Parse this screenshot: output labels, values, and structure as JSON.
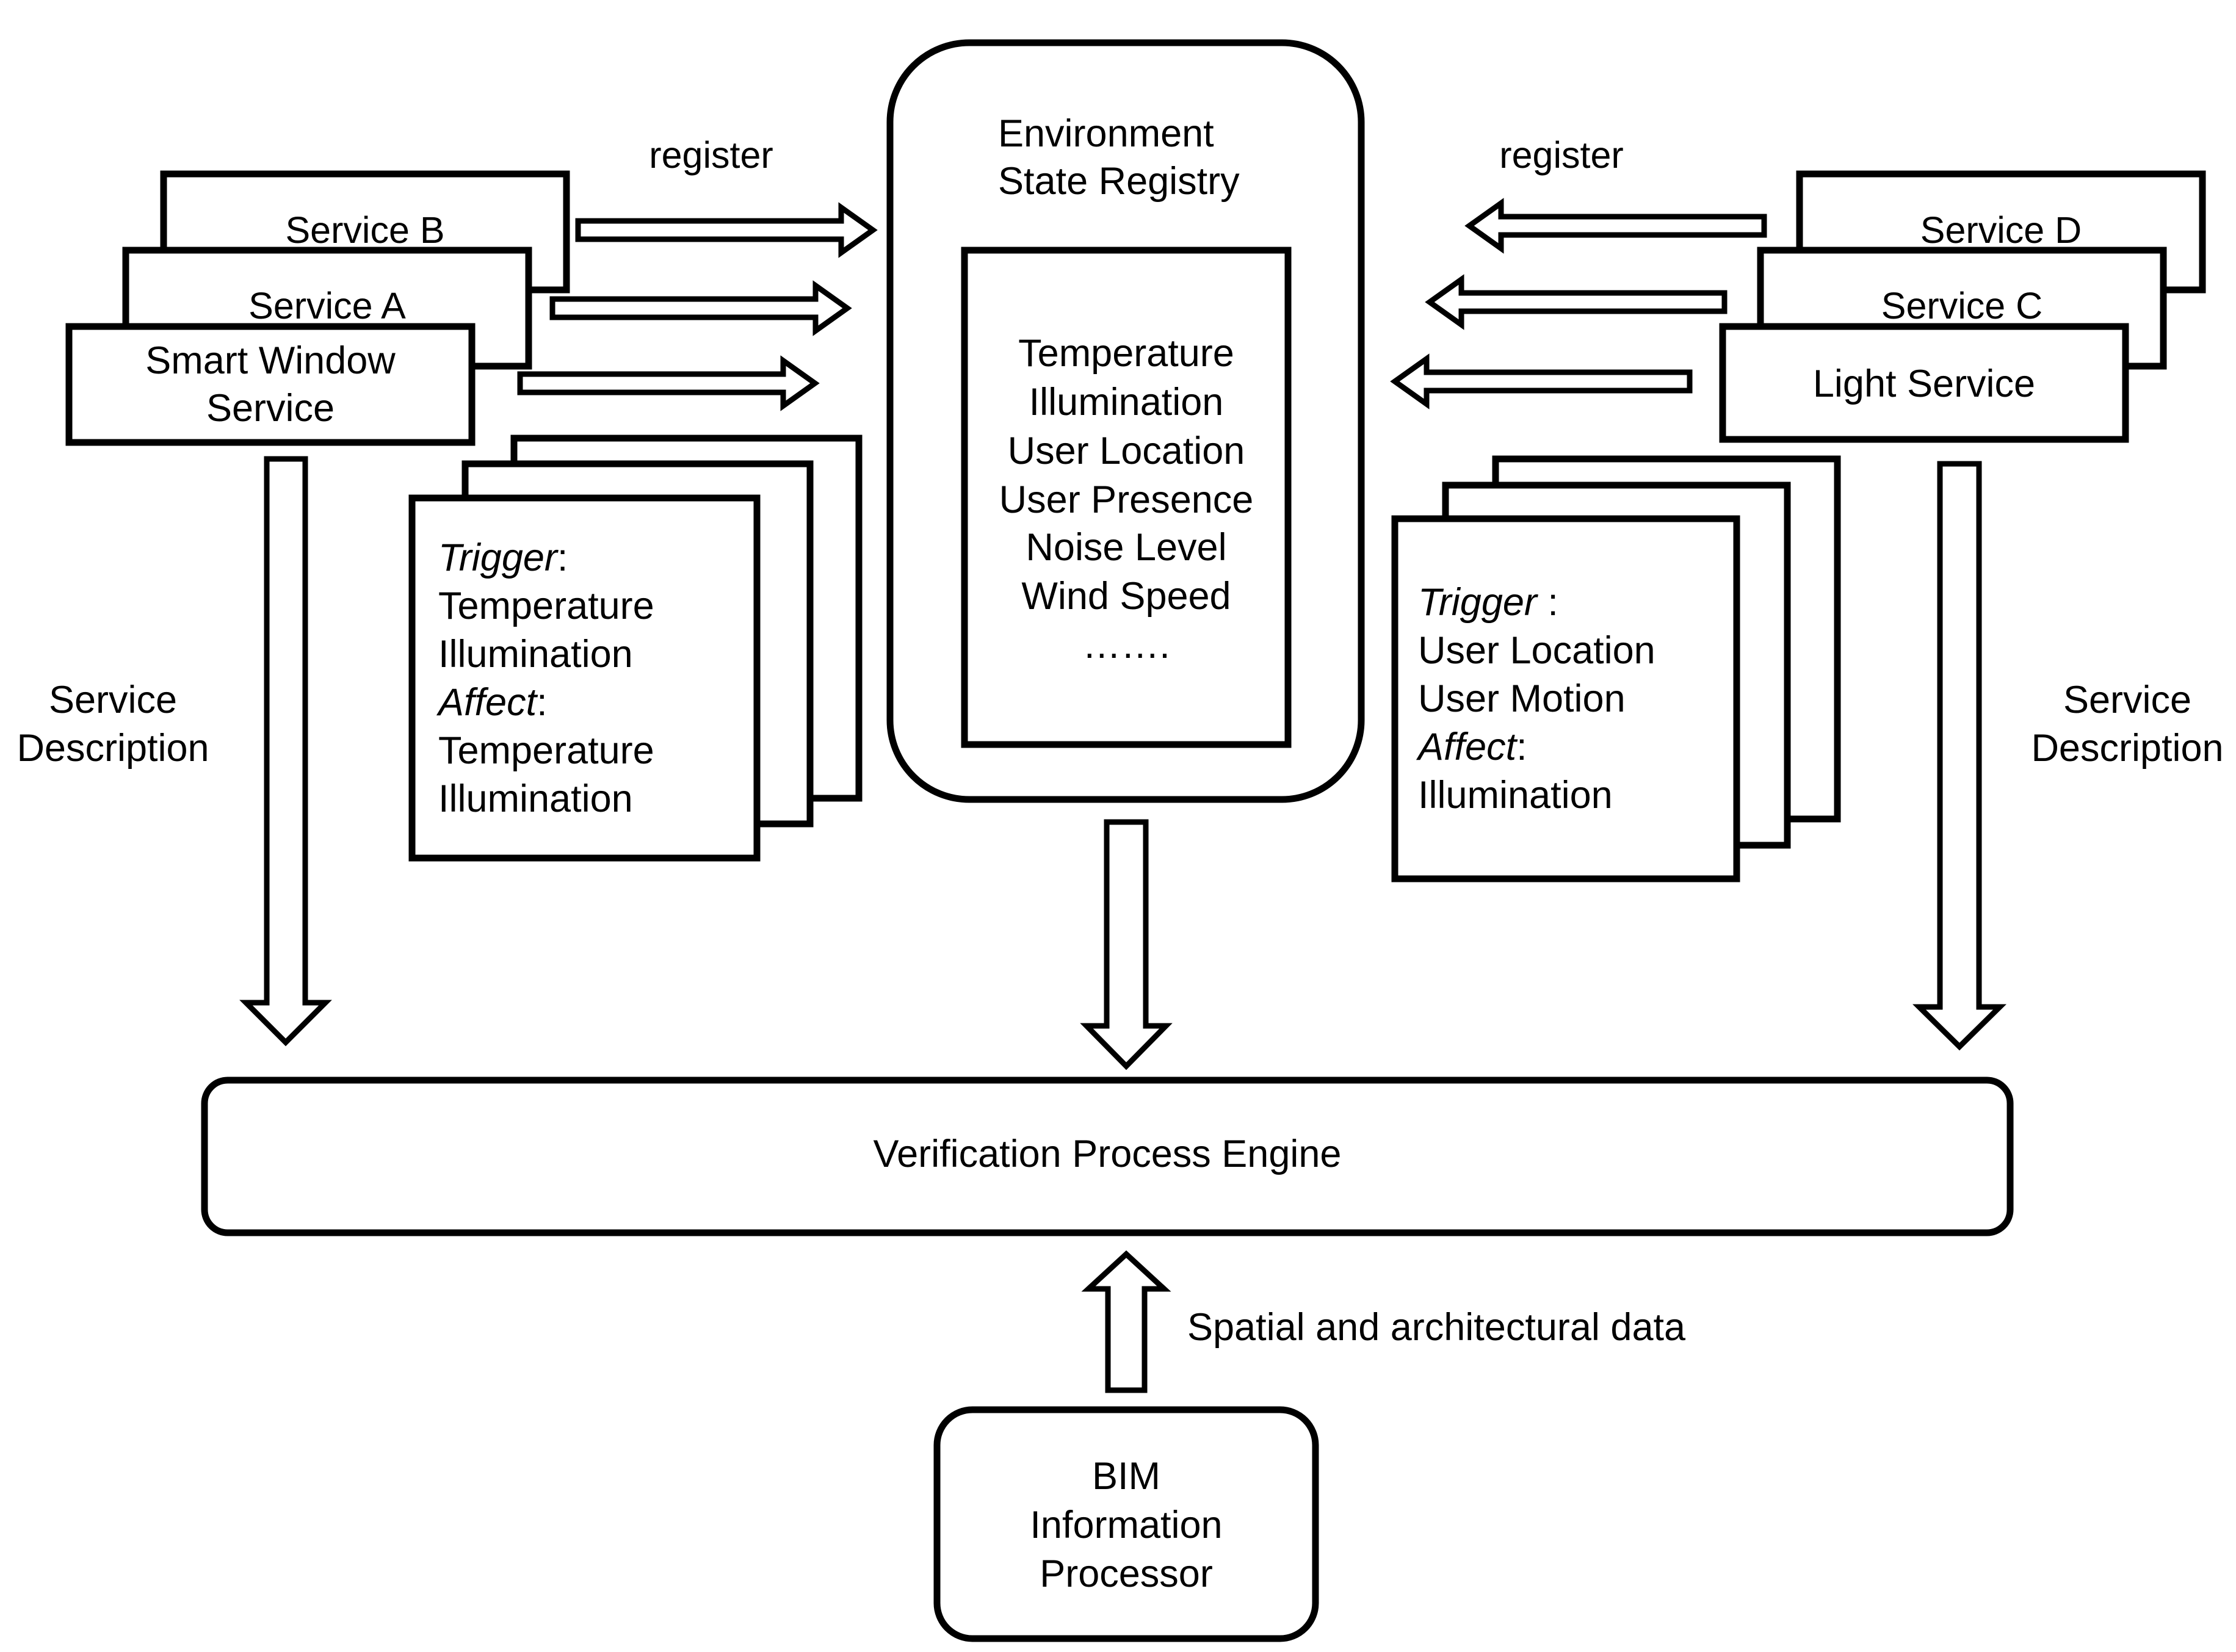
{
  "colors": {
    "stroke": "#000000",
    "background": "#ffffff"
  },
  "registry": {
    "title_line1": "Environment",
    "title_line2": "State Registry",
    "states": [
      "Temperature",
      "Illumination",
      "User Location",
      "User Presence",
      "Noise Level",
      "Wind Speed",
      "……."
    ]
  },
  "left": {
    "register_label": "register",
    "services": {
      "back": "Service B",
      "middle": "Service A",
      "front_line1": "Smart Window",
      "front_line2": "Service"
    },
    "description_line1": "Service",
    "description_line2": "Description",
    "card": {
      "trigger_label": "Trigger",
      "trigger_sep": ":",
      "triggers": [
        "Temperature",
        "Illumination"
      ],
      "affect_label": "Affect",
      "affect_sep": ":",
      "affects": [
        "Temperature",
        "Illumination"
      ]
    }
  },
  "right": {
    "register_label": "register",
    "services": {
      "back": "Service D",
      "middle": "Service C",
      "front": "Light Service"
    },
    "description_line1": "Service",
    "description_line2": "Description",
    "card": {
      "trigger_label": "Trigger",
      "trigger_sep": " :",
      "triggers": [
        "User Location",
        "User Motion"
      ],
      "affect_label": "Affect",
      "affect_sep": ":",
      "affects": [
        "Illumination"
      ]
    }
  },
  "engine": {
    "label": "Verification Process Engine"
  },
  "bim": {
    "line1": "BIM",
    "line2": "Information",
    "line3": "Processor",
    "data_label": "Spatial and architectural data"
  }
}
